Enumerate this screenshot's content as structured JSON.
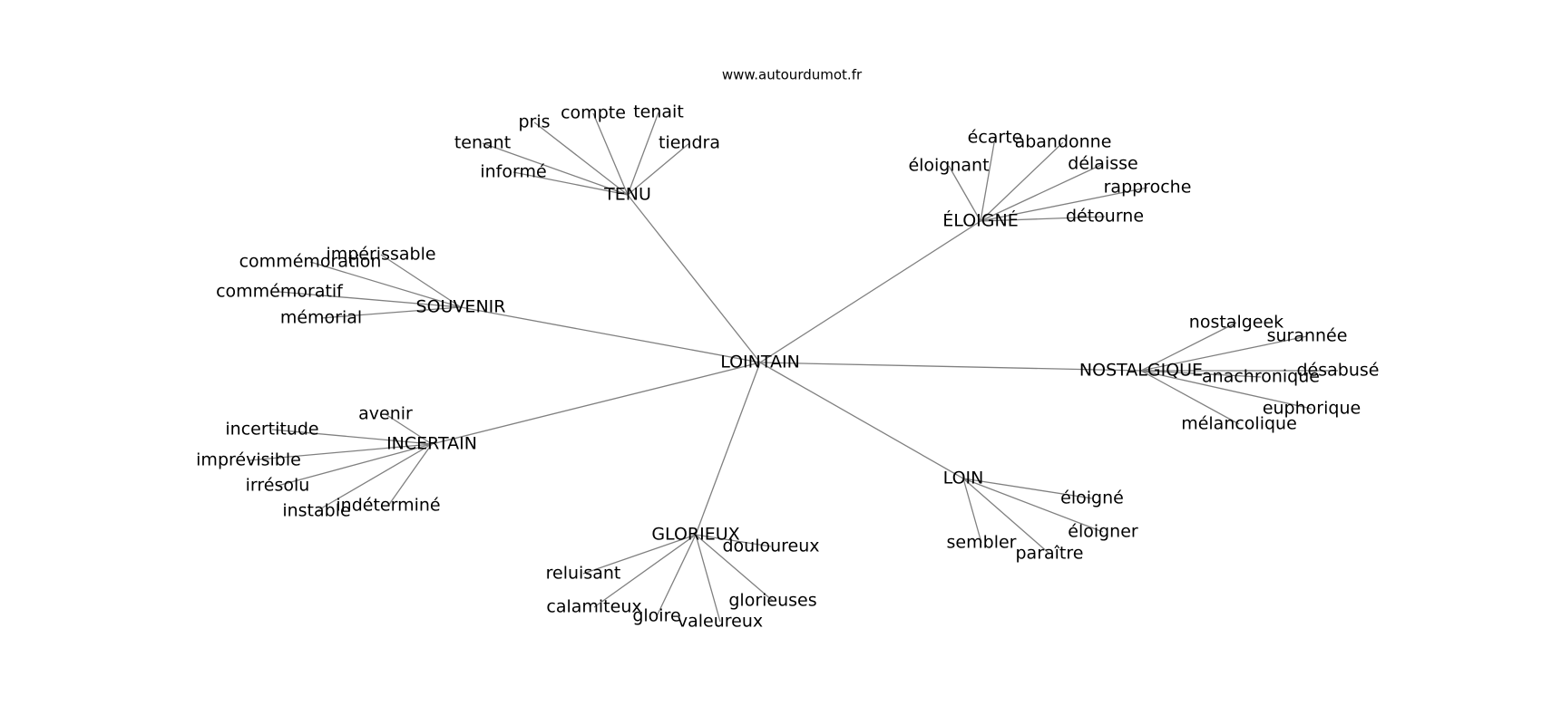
{
  "credit": "www.autourdumot.fr",
  "colors": {
    "edge": "#808080",
    "text": "#000000",
    "background": "#ffffff"
  },
  "center": "LOINTAIN",
  "clusters": [
    {
      "label": "TENU",
      "words": [
        "pris",
        "compte",
        "tenait",
        "tenant",
        "tiendra",
        "informé"
      ]
    },
    {
      "label": "ÉLOIGNÉ",
      "words": [
        "écarte",
        "abandonne",
        "éloignant",
        "délaisse",
        "rapproche",
        "détourne"
      ]
    },
    {
      "label": "SOUVENIR",
      "words": [
        "impérissable",
        "commémoration",
        "commémoratif",
        "mémorial"
      ]
    },
    {
      "label": "NOSTALGIQUE",
      "words": [
        "nostalgeek",
        "surannée",
        "désabusé",
        "anachronique",
        "euphorique",
        "mélancolique"
      ]
    },
    {
      "label": "INCERTAIN",
      "words": [
        "avenir",
        "incertitude",
        "imprévisible",
        "irrésolu",
        "instable",
        "indéterminé"
      ]
    },
    {
      "label": "LOIN",
      "words": [
        "éloigné",
        "éloigner",
        "sembler",
        "paraître"
      ]
    },
    {
      "label": "GLORIEUX",
      "words": [
        "douloureux",
        "reluisant",
        "calamiteux",
        "glorieuses",
        "gloire",
        "valeureux"
      ]
    }
  ]
}
